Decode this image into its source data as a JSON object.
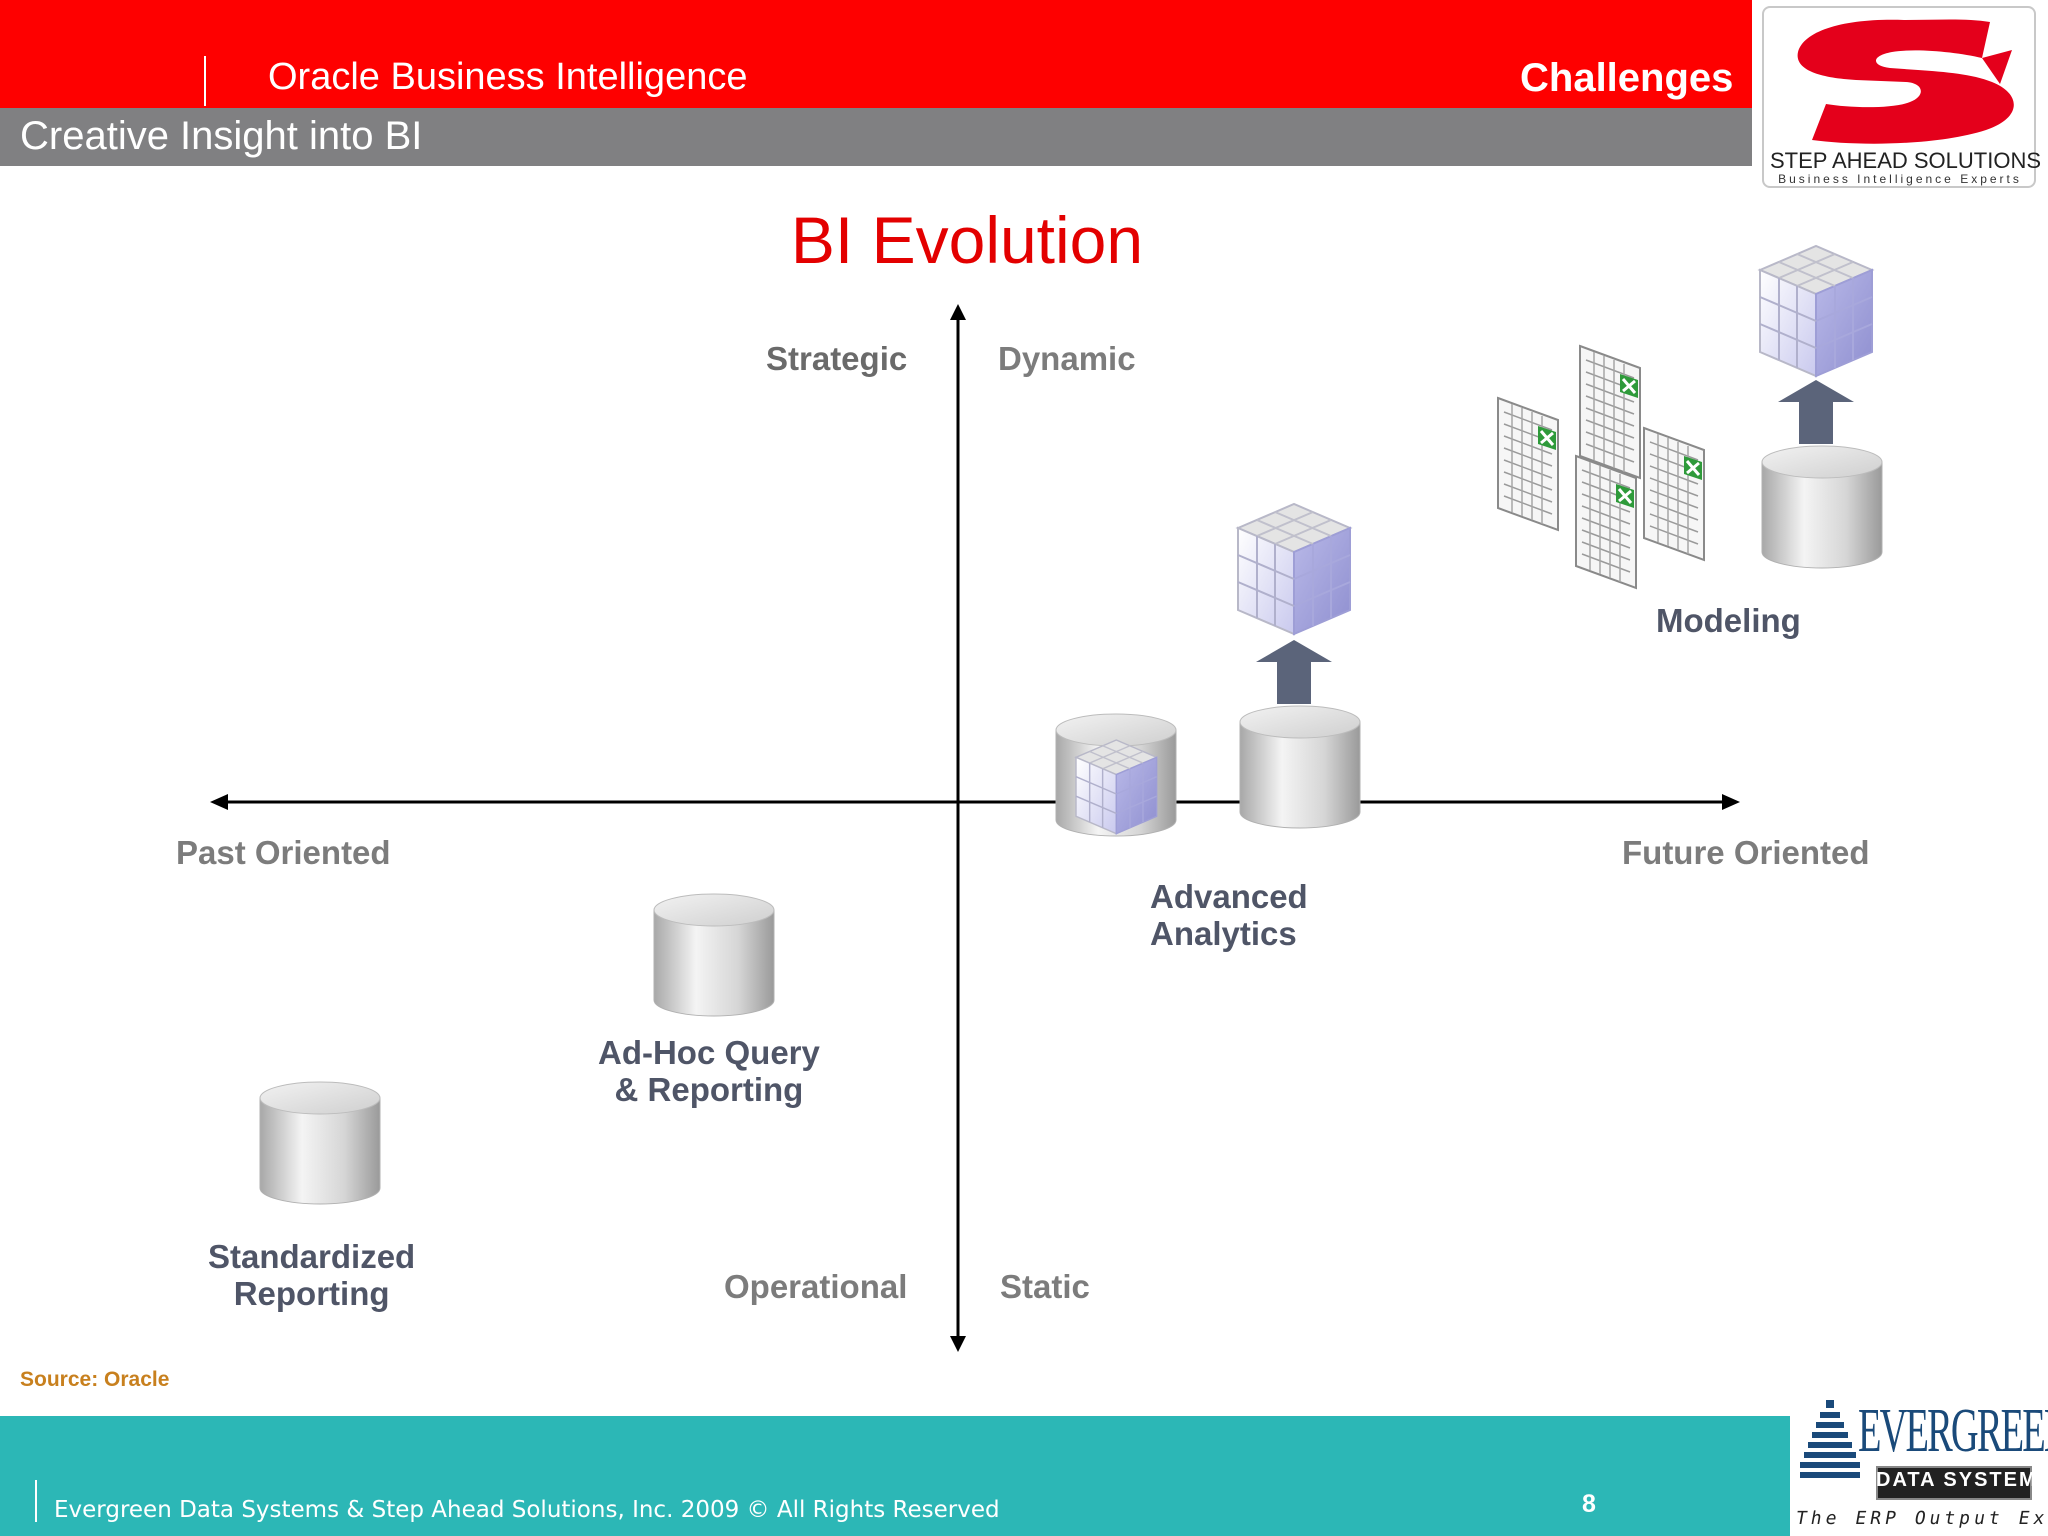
{
  "header": {
    "app_title": "Oracle Business Intelligence",
    "subtitle": "Creative Insight into BI",
    "section": "Challenges",
    "brand_red": "#fe0000",
    "bar_gray": "#808082"
  },
  "logo": {
    "name": "STEP AHEAD SOLUTIONS",
    "tagline": "Business Intelligence Experts"
  },
  "slide": {
    "title": "BI Evolution",
    "title_color": "#e30000"
  },
  "diagram": {
    "axes": {
      "top_left": "Strategic",
      "top_right": "Dynamic",
      "left": "Past Oriented",
      "right": "Future Oriented",
      "bottom_left": "Operational",
      "bottom_right": "Static"
    },
    "stages": [
      {
        "line1": "Standardized",
        "line2": "Reporting",
        "icon": "database-icon"
      },
      {
        "line1": "Ad-Hoc Query",
        "line2": "& Reporting",
        "icon": "database-icon"
      },
      {
        "line1": "Advanced",
        "line2": "Analytics",
        "icon": "olap-cube-database-icon"
      },
      {
        "line1": "Modeling",
        "icon": "spreadsheet-cube-icon"
      }
    ],
    "source": "Source: Oracle"
  },
  "footer": {
    "copyright": "Evergreen Data Systems & Step Ahead Solutions, Inc. 2009 © All Rights Reserved",
    "page_number": "8",
    "company": "EVERGREEN",
    "company_badge": "DATA SYSTEMS",
    "company_tagline": "The ERP Output Experts",
    "teal": "#2cb7b6"
  }
}
